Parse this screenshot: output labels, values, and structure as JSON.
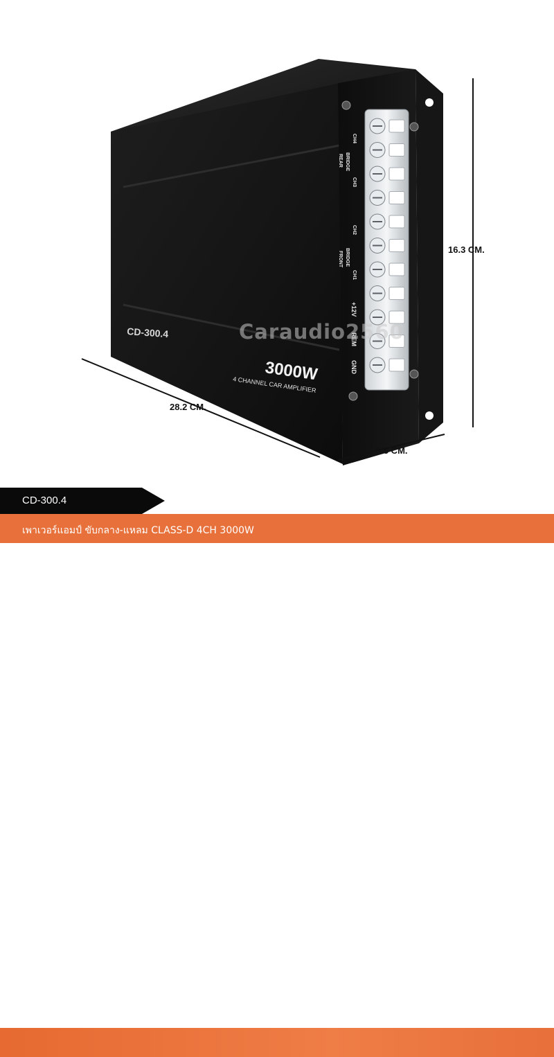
{
  "product": {
    "model_on_body": "CD-300.4",
    "power_on_body": "3000W",
    "subtitle_on_body": "4 CHANNEL CAR AMPLIFIER"
  },
  "terminals": {
    "rear_group": "REAR",
    "rear_bridge": "BRIDGE",
    "front_group": "FRONT",
    "front_bridge": "BRIDGE",
    "ch4": "CH4",
    "ch3": "CH3",
    "ch2": "CH2",
    "ch1": "CH1",
    "plus12v": "+12V",
    "rem": "REM",
    "gnd": "GND"
  },
  "dimensions": {
    "length": "28.2 CM.",
    "depth": "5.5 CM.",
    "height": "16.3 CM."
  },
  "watermark": "Caraudio2560",
  "banner": {
    "model": "CD-300.4",
    "description": "เพาเวอร์แอมป์ ขับกลาง-แหลม CLASS-D 4CH 3000W"
  },
  "colors": {
    "banner_black": "#0a0a0a",
    "banner_orange": "#e8703a",
    "amp_body": "#141414"
  }
}
